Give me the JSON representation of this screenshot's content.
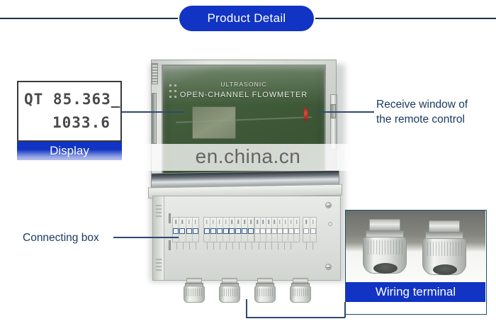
{
  "header": {
    "badge_label": "Product Detail",
    "accent_color": "#1134c4",
    "rule_color": "#14314f"
  },
  "display_callout": {
    "lcd_line1": "QT 85.363_",
    "lcd_line2": "1033.6",
    "label": "Display"
  },
  "device": {
    "title_line1": "ULTRASONIC",
    "title_line2": "OPEN-CHANNEL FLOWMETER",
    "watermark": "en.china.cn",
    "ir_window_color": "#c0392b",
    "panel_color": "#3f5a38"
  },
  "callouts": {
    "receive_window": "Receive window of the remote control",
    "receive_window_line1": "Receive window of",
    "receive_window_line2": "the remote control",
    "connecting_box": "Connecting box",
    "line_color": "#2b4a72"
  },
  "wiring_terminal": {
    "label": "Wiring terminal",
    "label_color": "#1134c4",
    "frame_color": "#1a4f66"
  },
  "terminal_strip": {
    "groups": [
      {
        "cells": 4,
        "blue": 4
      },
      {
        "cells": 8,
        "blue": 8
      },
      {
        "cells": 8,
        "blue": 0
      },
      {
        "cells": 2,
        "blue": 0
      }
    ]
  }
}
